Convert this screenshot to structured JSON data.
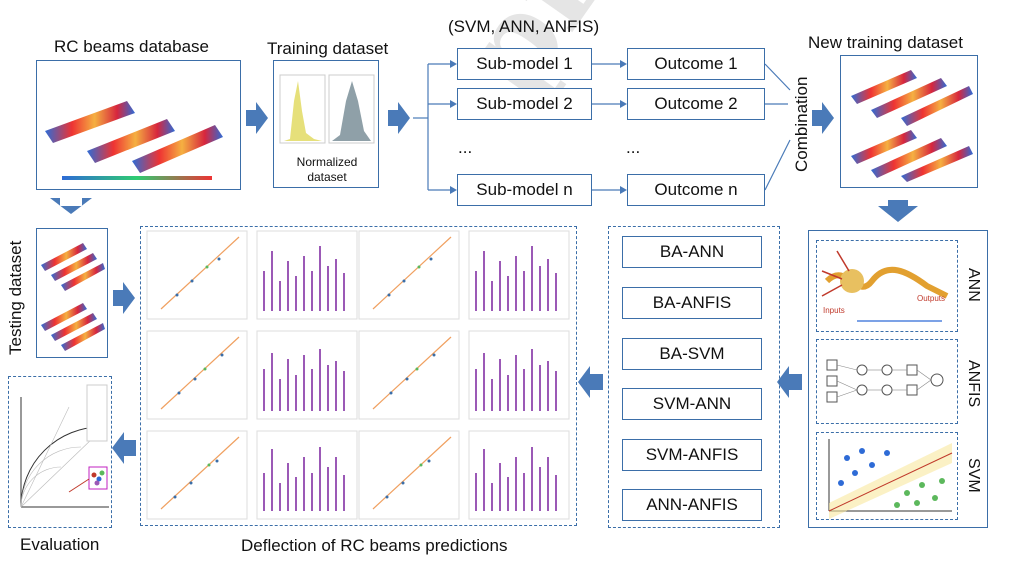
{
  "titles": {
    "rc_db": "RC beams database",
    "training": "Training dataset",
    "methods": "(SVM, ANN, ANFIS)",
    "new_training": "New training dataset",
    "testing": "Testing dataset",
    "combination": "Combination",
    "evaluation": "Evaluation",
    "predictions": "Deflection of RC beams predictions",
    "normalized": "Normalized dataset"
  },
  "submodels": [
    "Sub-model 1",
    "Sub-model 2",
    "...",
    "Sub-model n"
  ],
  "outcomes": [
    "Outcome 1",
    "Outcome 2",
    "...",
    "Outcome n"
  ],
  "hybrids": [
    "BA-ANN",
    "BA-ANFIS",
    "BA-SVM",
    "SVM-ANN",
    "SVM-ANFIS",
    "ANN-ANFIS"
  ],
  "models": [
    "ANN",
    "ANFIS",
    "SVM"
  ],
  "colors": {
    "border": "#3b6ea8",
    "arrow": "#4a7ab8",
    "beam_red": "#d7263d",
    "beam_blue": "#2e6bd6",
    "hist_yellow": "#e6e07a",
    "hist_gray": "#8fa0a8"
  },
  "watermark": "pre-proof"
}
